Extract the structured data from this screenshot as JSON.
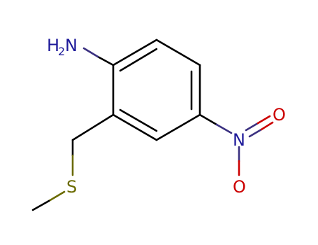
{
  "molecule": {
    "atoms": {
      "amine_h": "H",
      "amine_sub": "2",
      "amine_n": "N",
      "nitro_n": "N",
      "nitro_o1": "O",
      "nitro_o2": "O",
      "sulfur": "S"
    },
    "colors": {
      "bond": "#000000",
      "nitrogen": "#3a3080",
      "nitrogen_label": "#1e1a9a",
      "oxygen": "#cc0000",
      "sulfur": "#6b6b00"
    }
  }
}
